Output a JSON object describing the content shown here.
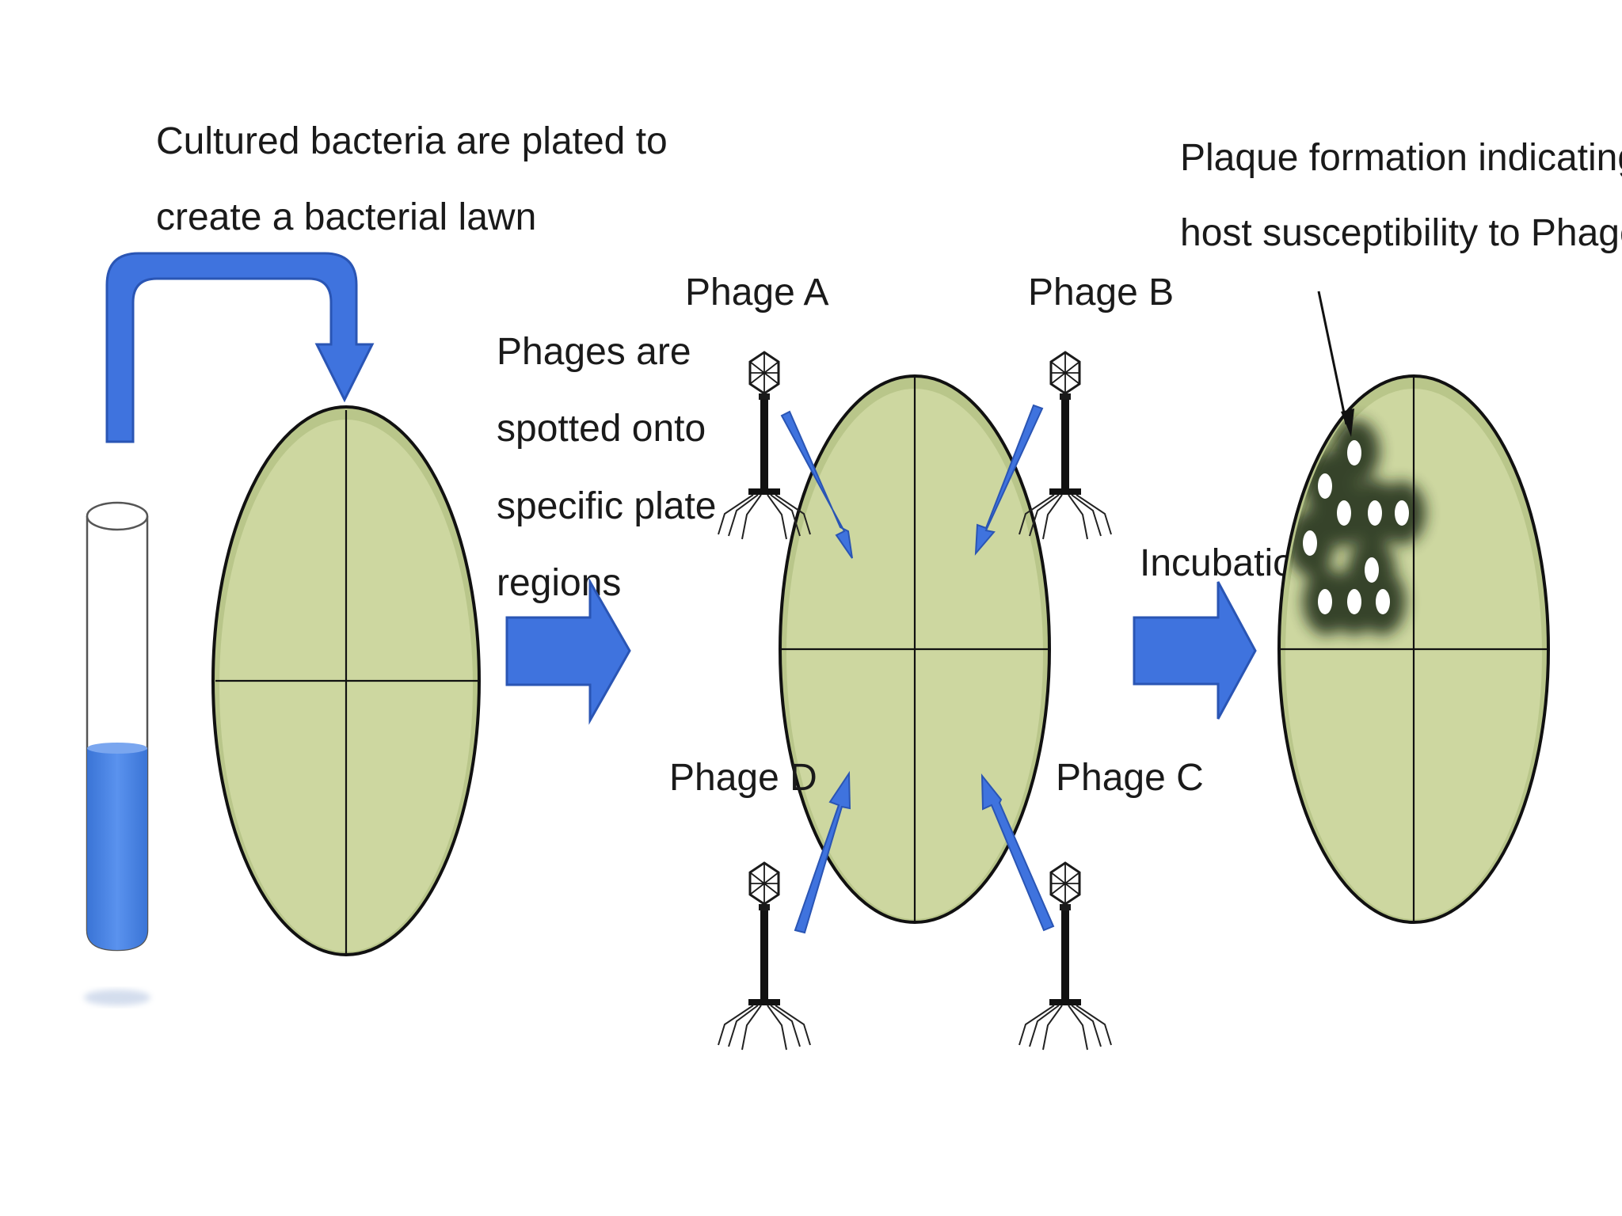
{
  "step1": {
    "caption_line1": "Cultured bacteria are plated to",
    "caption_line2": "create a bacterial lawn"
  },
  "step2": {
    "caption_line1": "Phages are",
    "caption_line2": "spotted onto",
    "caption_line3": "specific plate",
    "caption_line4": "regions"
  },
  "phages": {
    "a": "Phage A",
    "b": "Phage B",
    "c": "Phage C",
    "d": "Phage D"
  },
  "step3": {
    "caption": "Incubation"
  },
  "result": {
    "caption_line1": "Plaque formation indicating",
    "caption_line2": "host susceptibility to Phage A"
  },
  "colors": {
    "arrow_blue": "#3f73de",
    "agar_green": "#cdd7a0",
    "liquid_blue": "#4d86e6",
    "plaque_dark": "#1d2a12",
    "outline": "#111111"
  }
}
